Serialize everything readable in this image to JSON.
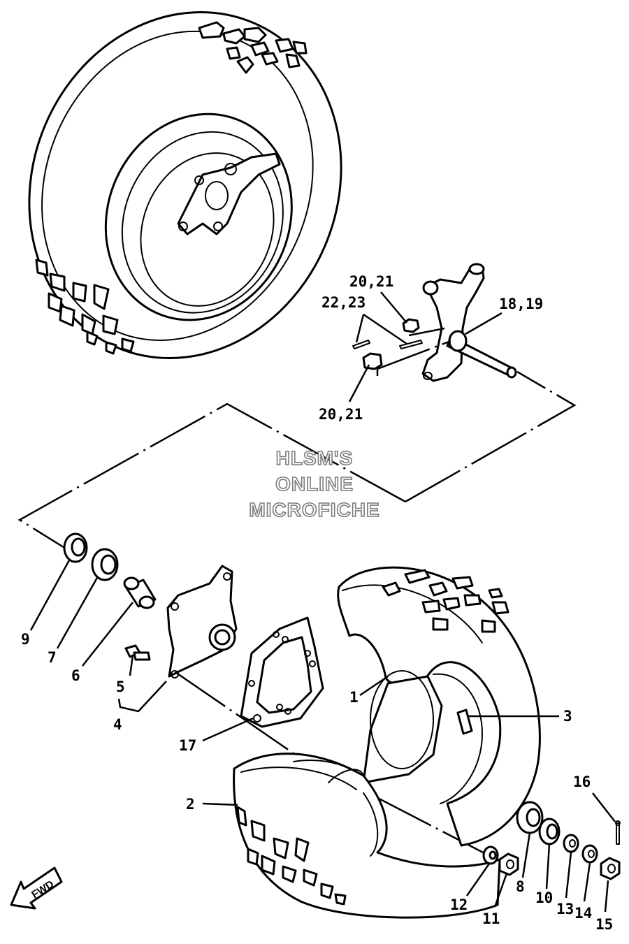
{
  "watermark": {
    "line1": "HLSM'S",
    "line2": "ONLINE",
    "line3": "MICROFICHE"
  },
  "direction_label": "FWD",
  "callouts": {
    "c1": "1",
    "c2": "2",
    "c3": "3",
    "c4": "4",
    "c5": "5",
    "c6": "6",
    "c7": "7",
    "c8": "8",
    "c9": "9",
    "c10": "10",
    "c11": "11",
    "c12": "12",
    "c13": "13",
    "c14": "14",
    "c15": "15",
    "c16": "16",
    "c17": "17",
    "c18_19": "18,19",
    "c20_21_top": "20,21",
    "c22_23": "22,23",
    "c20_21_bottom": "20,21"
  }
}
